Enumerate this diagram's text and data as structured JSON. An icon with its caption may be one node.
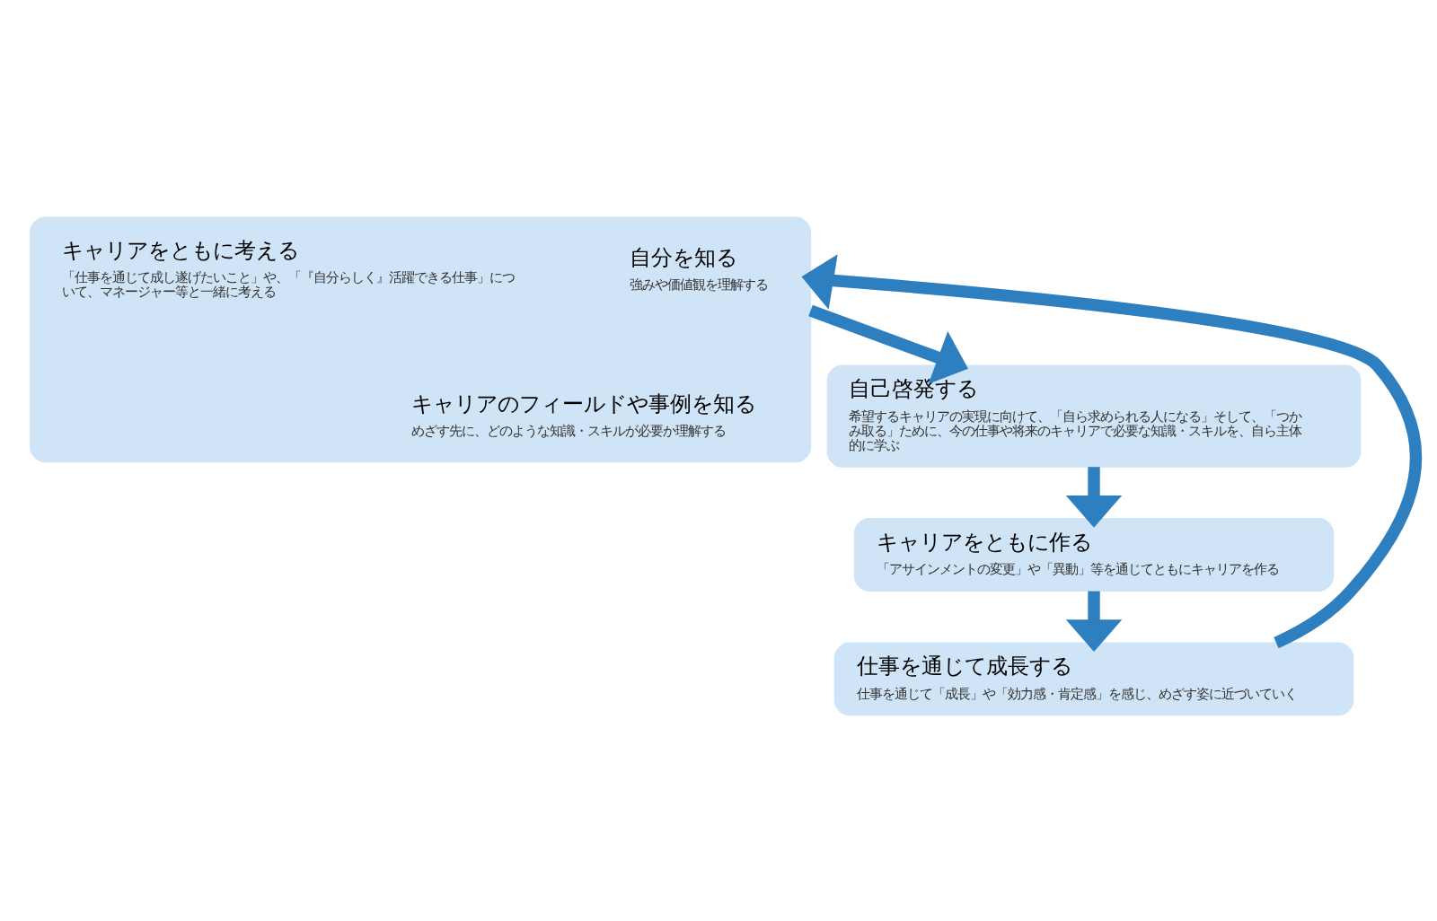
{
  "diagram": {
    "nodes": [
      {
        "text": [],
        "shape": "box"
      },
      {
        "text": [
          "自分を知る",
          "強みや価値観を理解する"
        ],
        "in": 0
      },
      {
        "text": [
          "キャリアのフィールドや事例を知る",
          "めざす先に、どのような知識・スキルが必要か理解する"
        ],
        "in": 0
      },
      {
        "text": [
          "キャリアをともに考える",
          "「仕事を通じて成し遂げたいこと」や、「『自分らしく』活躍できる仕事」について、マネージャー等と一緒に考える"
        ],
        "in": 0
      },
      {
        "text": [
          "自己啓発する",
          "希望するキャリアの実現に向けて、「自ら求められる人になる」そして、「つかみ取る」ために、今の仕事や将来のキャリアで必要な知識・スキルを、自ら主体的に学ぶ"
        ]
      },
      {
        "text": [
          "キャリアをともに作る",
          "「アサインメントの変更」や「異動」等を通じてともにキャリアを作る"
        ]
      },
      {
        "text": [
          "仕事を通じて成長する",
          "仕事を通じて「成長」や「効力感・肯定感」を感じ、めざす姿に近づいていく"
        ]
      }
    ],
    "edges": [
      {
        "from": 0,
        "to": 4,
        "arrow": "to"
      },
      {
        "from": 4,
        "to": 5,
        "arrow": "to"
      },
      {
        "from": 5,
        "to": 6,
        "arrow": "to"
      },
      {
        "from": 6,
        "to": 0,
        "arrow": "to"
      }
    ]
  }
}
